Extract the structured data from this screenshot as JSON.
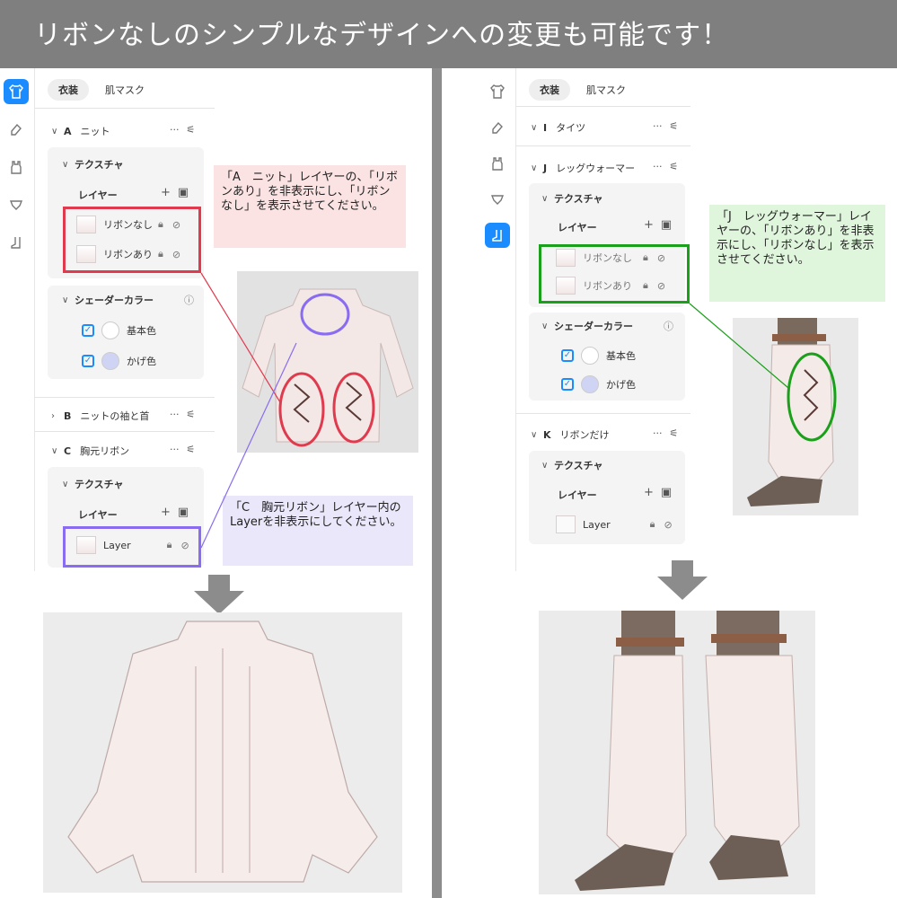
{
  "banner": {
    "title": "リボンなしのシンプルなデザインへの変更も可能です！"
  },
  "left": {
    "tabs": [
      "衣装",
      "肌マスク"
    ],
    "groups": {
      "a": {
        "letter": "A",
        "name": "ニット"
      },
      "b": {
        "letter": "B",
        "name": "ニットの袖と首"
      },
      "c": {
        "letter": "C",
        "name": "胸元リボン"
      }
    },
    "texture_label": "テクスチャ",
    "layer_label": "レイヤー",
    "layers_a": [
      "リボンなし",
      "リボンあり"
    ],
    "shader": {
      "label": "シェーダーカラー",
      "base": "基本色",
      "shade": "かげ色"
    },
    "layer_c": "Layer",
    "note_red": "「A　ニット」レイヤーの、「リボンあり」を非表示にし、「リボンなし」を表示させてください。",
    "note_purple": "「C　胸元リボン」レイヤー内のLayerを非表示にしてください。"
  },
  "right": {
    "tabs": [
      "衣装",
      "肌マスク"
    ],
    "groups": {
      "i": {
        "letter": "I",
        "name": "タイツ"
      },
      "j": {
        "letter": "J",
        "name": "レッグウォーマー"
      },
      "k": {
        "letter": "K",
        "name": "リボンだけ"
      }
    },
    "texture_label": "テクスチャ",
    "layer_label": "レイヤー",
    "layers_j": [
      "リボンなし",
      "リボンあり"
    ],
    "shader": {
      "label": "シェーダーカラー",
      "base": "基本色",
      "shade": "かげ色"
    },
    "layer_k": "Layer",
    "note_green": "「J　レッグウォーマー」レイヤーの、「リボンあり」を非表示にし、「リボンなし」を表示させてください。"
  },
  "colors": {
    "accent": "#1a8cff",
    "red": "#e03a4e",
    "purple": "#8a6cf0",
    "green": "#1aa01a",
    "note_red_bg": "#fbe3e3",
    "note_purple_bg": "#ebe7fb",
    "note_green_bg": "#dff5dc"
  }
}
